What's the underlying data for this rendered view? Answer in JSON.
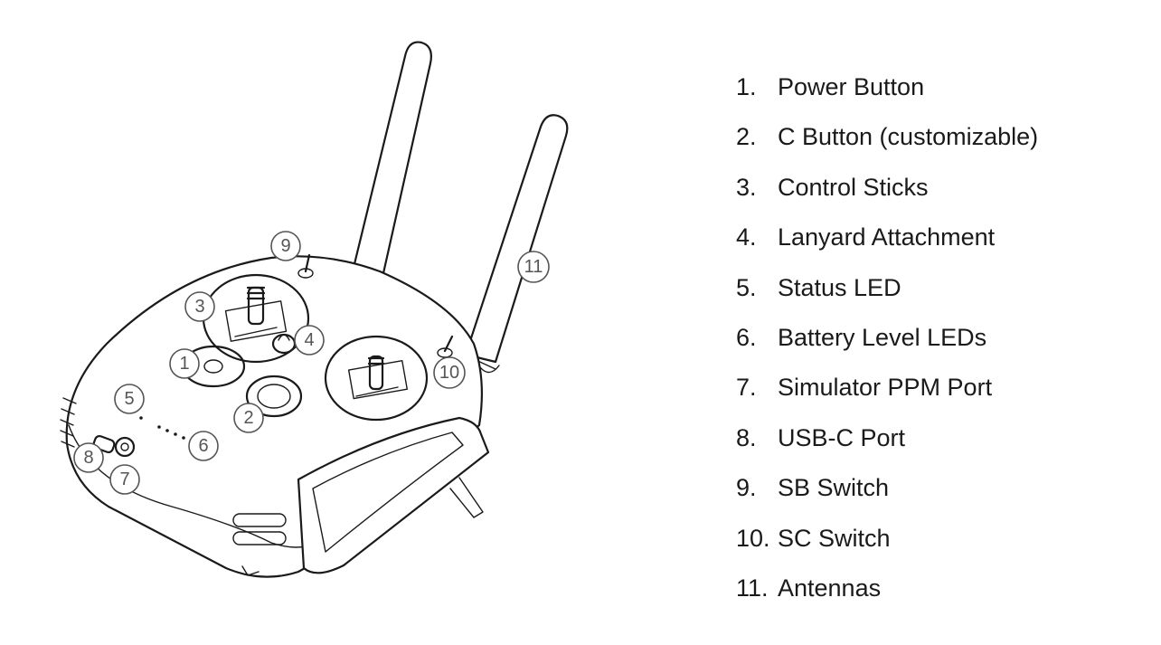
{
  "callouts": [
    {
      "id": 1,
      "label": "1"
    },
    {
      "id": 2,
      "label": "2"
    },
    {
      "id": 3,
      "label": "3"
    },
    {
      "id": 4,
      "label": "4"
    },
    {
      "id": 5,
      "label": "5"
    },
    {
      "id": 6,
      "label": "6"
    },
    {
      "id": 7,
      "label": "7"
    },
    {
      "id": 8,
      "label": "8"
    },
    {
      "id": 9,
      "label": "9"
    },
    {
      "id": 10,
      "label": "10"
    },
    {
      "id": 11,
      "label": "11"
    }
  ],
  "legend": [
    {
      "num": "1.",
      "text": "Power Button"
    },
    {
      "num": "2.",
      "text": "C Button (customizable)"
    },
    {
      "num": "3.",
      "text": "Control Sticks"
    },
    {
      "num": "4.",
      "text": "Lanyard Attachment"
    },
    {
      "num": "5.",
      "text": "Status LED"
    },
    {
      "num": "6.",
      "text": "Battery Level LEDs"
    },
    {
      "num": "7.",
      "text": "Simulator PPM Port"
    },
    {
      "num": "8.",
      "text": "USB-C Port"
    },
    {
      "num": "9.",
      "text": "SB Switch"
    },
    {
      "num": "10.",
      "text": "SC Switch"
    },
    {
      "num": "11.",
      "text": "Antennas"
    }
  ]
}
